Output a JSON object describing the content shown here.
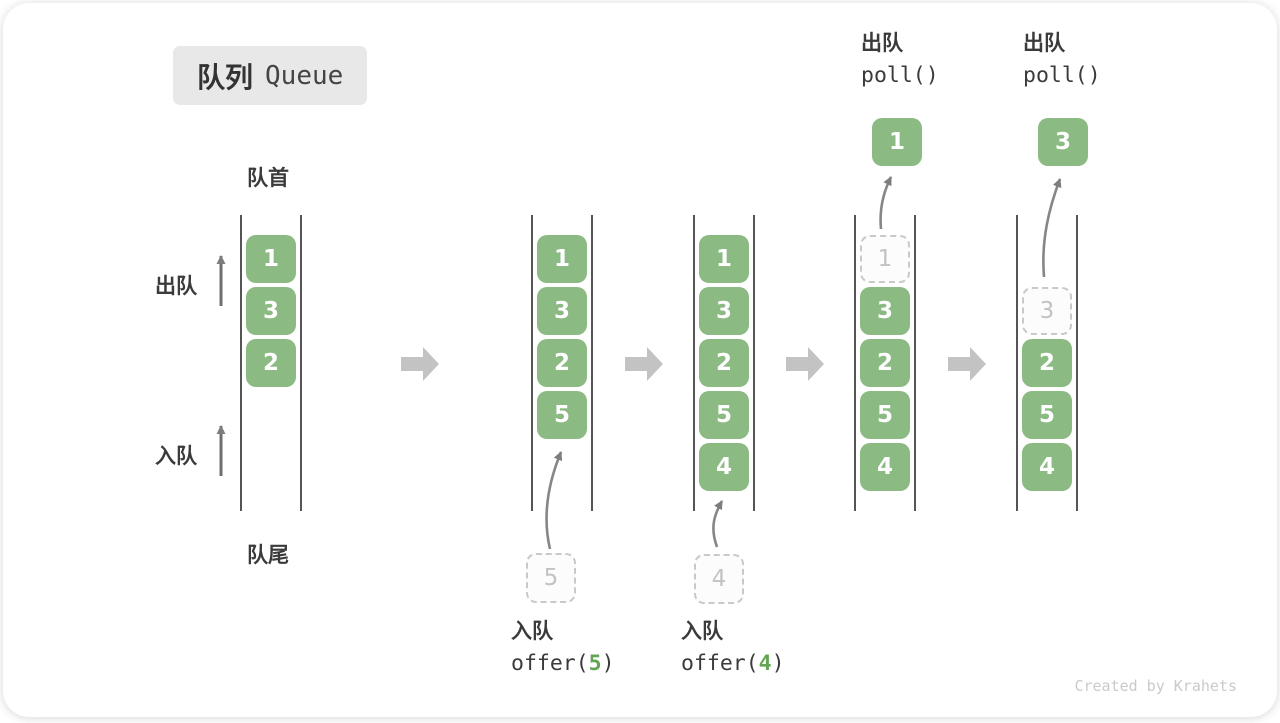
{
  "title": {
    "zh": "队列",
    "en": "Queue"
  },
  "labels": {
    "front": "队首",
    "rear": "队尾",
    "dequeue": "出队",
    "enqueue": "入队"
  },
  "stages": [
    {
      "cells": [
        "1",
        "3",
        "2"
      ]
    },
    {
      "cells": [
        "1",
        "3",
        "2",
        "5"
      ],
      "incoming": "5",
      "op": {
        "label": "入队",
        "pre": "offer(",
        "arg": "5",
        "suf": ")"
      }
    },
    {
      "cells": [
        "1",
        "3",
        "2",
        "5",
        "4"
      ],
      "incoming": "4",
      "op": {
        "label": "入队",
        "pre": "offer(",
        "arg": "4",
        "suf": ")"
      }
    },
    {
      "cells": [
        "3",
        "2",
        "5",
        "4"
      ],
      "removed": "1",
      "out": "1",
      "op": {
        "label": "出队",
        "code": "poll()"
      }
    },
    {
      "cells": [
        "2",
        "5",
        "4"
      ],
      "removed": "3",
      "out": "3",
      "op": {
        "label": "出队",
        "code": "poll()"
      }
    }
  ],
  "watermark": "Created by Krahets",
  "colors": {
    "cell_green": "#8cba83",
    "code_green": "#64a455",
    "block_arrow_gray": "#c3c3c3",
    "connector_gray": "#868686",
    "badge_bg": "#e8e8e8"
  }
}
